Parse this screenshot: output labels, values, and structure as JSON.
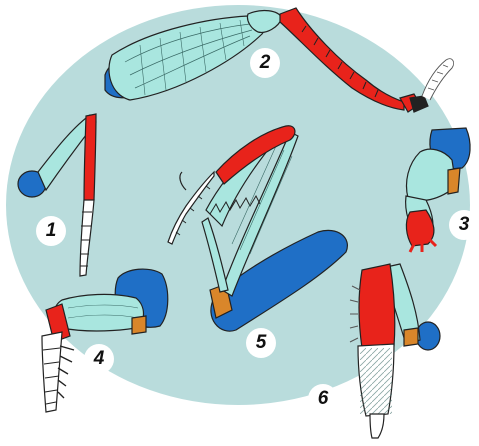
{
  "figure": {
    "colors": {
      "background": "#ffffff",
      "disc": "#b9dcdc",
      "segment_light": "#a9e6df",
      "segment_blue": "#1f6fc6",
      "segment_red": "#e8231b",
      "segment_orange": "#d9862a",
      "outline": "#222222"
    },
    "leg_labels": [
      {
        "id": "1",
        "text": "1"
      },
      {
        "id": "2",
        "text": "2"
      },
      {
        "id": "3",
        "text": "3"
      },
      {
        "id": "4",
        "text": "4"
      },
      {
        "id": "5",
        "text": "5"
      },
      {
        "id": "6",
        "text": "6"
      }
    ]
  }
}
